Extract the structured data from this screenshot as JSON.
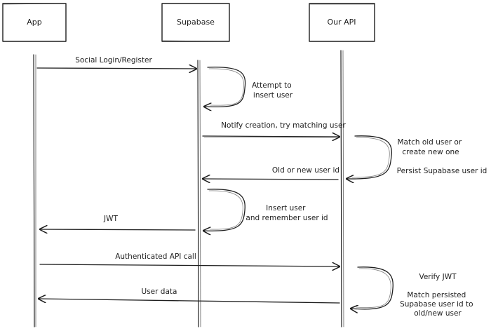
{
  "participants": {
    "app": "App",
    "supabase": "Supabase",
    "api": "Our API"
  },
  "messages": {
    "social_login": "Social Login/Register",
    "notify_creation": "Notify creation, try matching user",
    "old_or_new_id": "Old or new user id",
    "jwt": "JWT",
    "authenticated_call": "Authenticated API call",
    "user_data": "User data"
  },
  "notes": {
    "attempt_insert": [
      "Attempt to",
      "insert user"
    ],
    "match_old_user": [
      "Match old user or",
      "create new one"
    ],
    "persist_id": "Persist Supabase user id",
    "insert_remember": [
      "Insert user",
      "and remember user id"
    ],
    "verify_jwt": "Verify JWT",
    "match_persisted": [
      "Match persisted",
      "Supabase user id to",
      "old/new user"
    ]
  }
}
